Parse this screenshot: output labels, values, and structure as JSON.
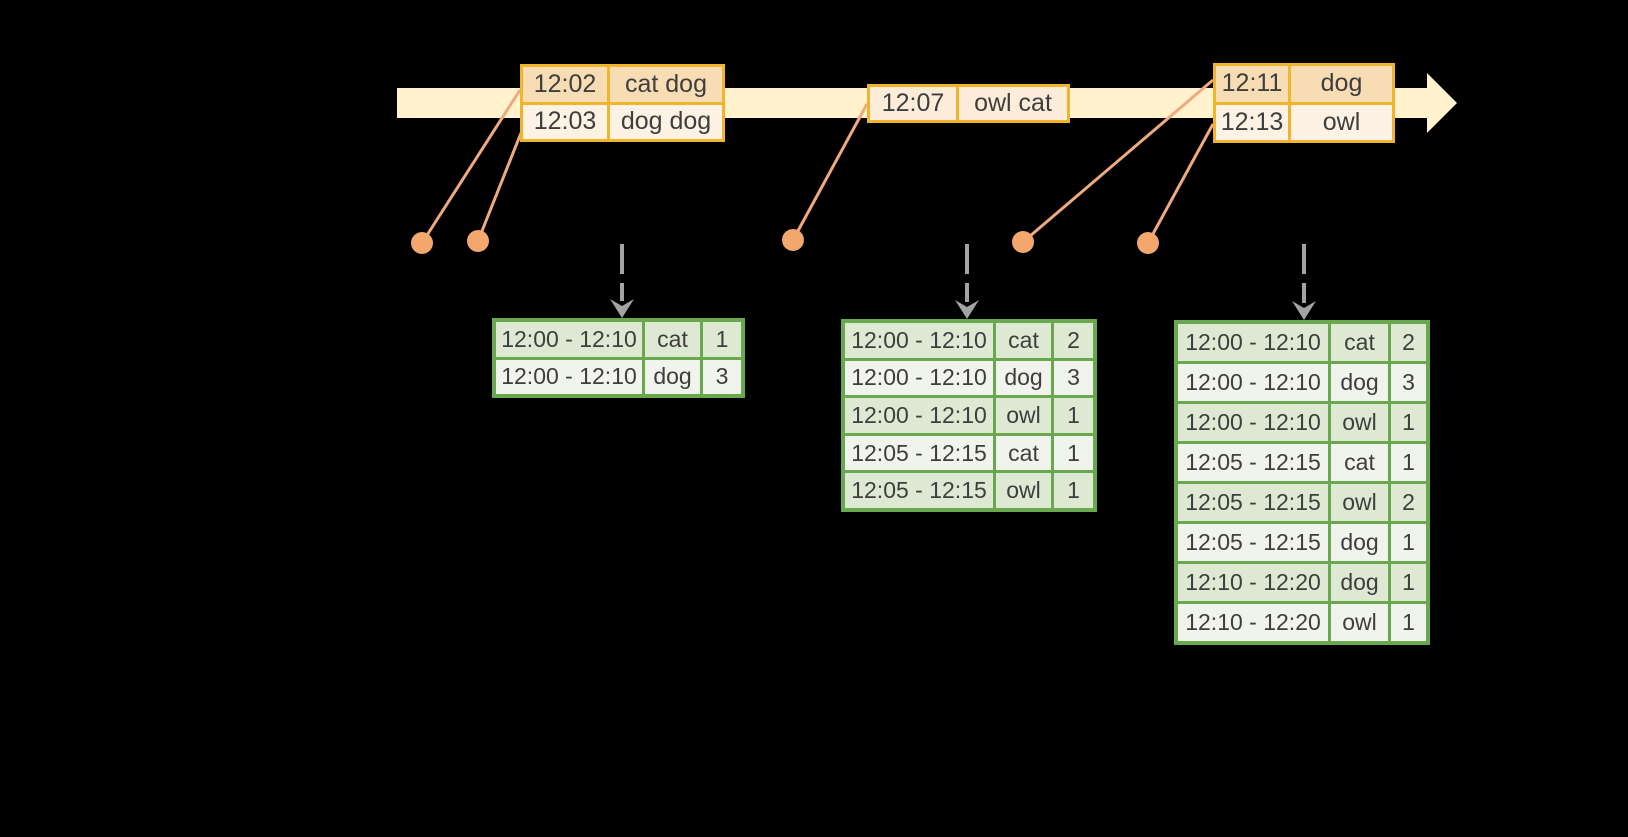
{
  "colors": {
    "background": "#000000",
    "timeline_fill": "#fff2cc",
    "event_table_border": "#f1b52d",
    "event_row_dark": "#f8dcb4",
    "event_row_light": "#fdf2e3",
    "event_row_mid": "#fcecd8",
    "connector": "#efaa7d",
    "dot": "#f3a76c",
    "arrow_gray": "#a3a3a3",
    "result_table_border": "#6aa84f",
    "result_row_dark": "#dee9d3",
    "result_row_light": "#f0f4ec",
    "text": "#3e3e3e"
  },
  "shapes": {
    "timeline_arrow": "right-arrow-band",
    "event_dot": "filled-circle",
    "connector_line": "diagonal-line",
    "aggregation_arrow": "dashed-down-arrow"
  },
  "input_tables": [
    {
      "rows": [
        {
          "time": "12:02",
          "words": "cat dog"
        },
        {
          "time": "12:03",
          "words": "dog dog"
        }
      ]
    },
    {
      "rows": [
        {
          "time": "12:07",
          "words": "owl cat"
        }
      ]
    },
    {
      "rows": [
        {
          "time": "12:11",
          "words": "dog"
        },
        {
          "time": "12:13",
          "words": "owl"
        }
      ]
    }
  ],
  "result_tables": [
    {
      "rows": [
        {
          "window": "12:00 - 12:10",
          "word": "cat",
          "count": "1"
        },
        {
          "window": "12:00 - 12:10",
          "word": "dog",
          "count": "3"
        }
      ]
    },
    {
      "rows": [
        {
          "window": "12:00 - 12:10",
          "word": "cat",
          "count": "2"
        },
        {
          "window": "12:00 - 12:10",
          "word": "dog",
          "count": "3"
        },
        {
          "window": "12:00 - 12:10",
          "word": "owl",
          "count": "1"
        },
        {
          "window": "12:05 - 12:15",
          "word": "cat",
          "count": "1"
        },
        {
          "window": "12:05 - 12:15",
          "word": "owl",
          "count": "1"
        }
      ]
    },
    {
      "rows": [
        {
          "window": "12:00 - 12:10",
          "word": "cat",
          "count": "2"
        },
        {
          "window": "12:00 - 12:10",
          "word": "dog",
          "count": "3"
        },
        {
          "window": "12:00 - 12:10",
          "word": "owl",
          "count": "1"
        },
        {
          "window": "12:05 - 12:15",
          "word": "cat",
          "count": "1"
        },
        {
          "window": "12:05 - 12:15",
          "word": "owl",
          "count": "2"
        },
        {
          "window": "12:05 - 12:15",
          "word": "dog",
          "count": "1"
        },
        {
          "window": "12:10 - 12:20",
          "word": "dog",
          "count": "1"
        },
        {
          "window": "12:10 - 12:20",
          "word": "owl",
          "count": "1"
        }
      ]
    }
  ]
}
